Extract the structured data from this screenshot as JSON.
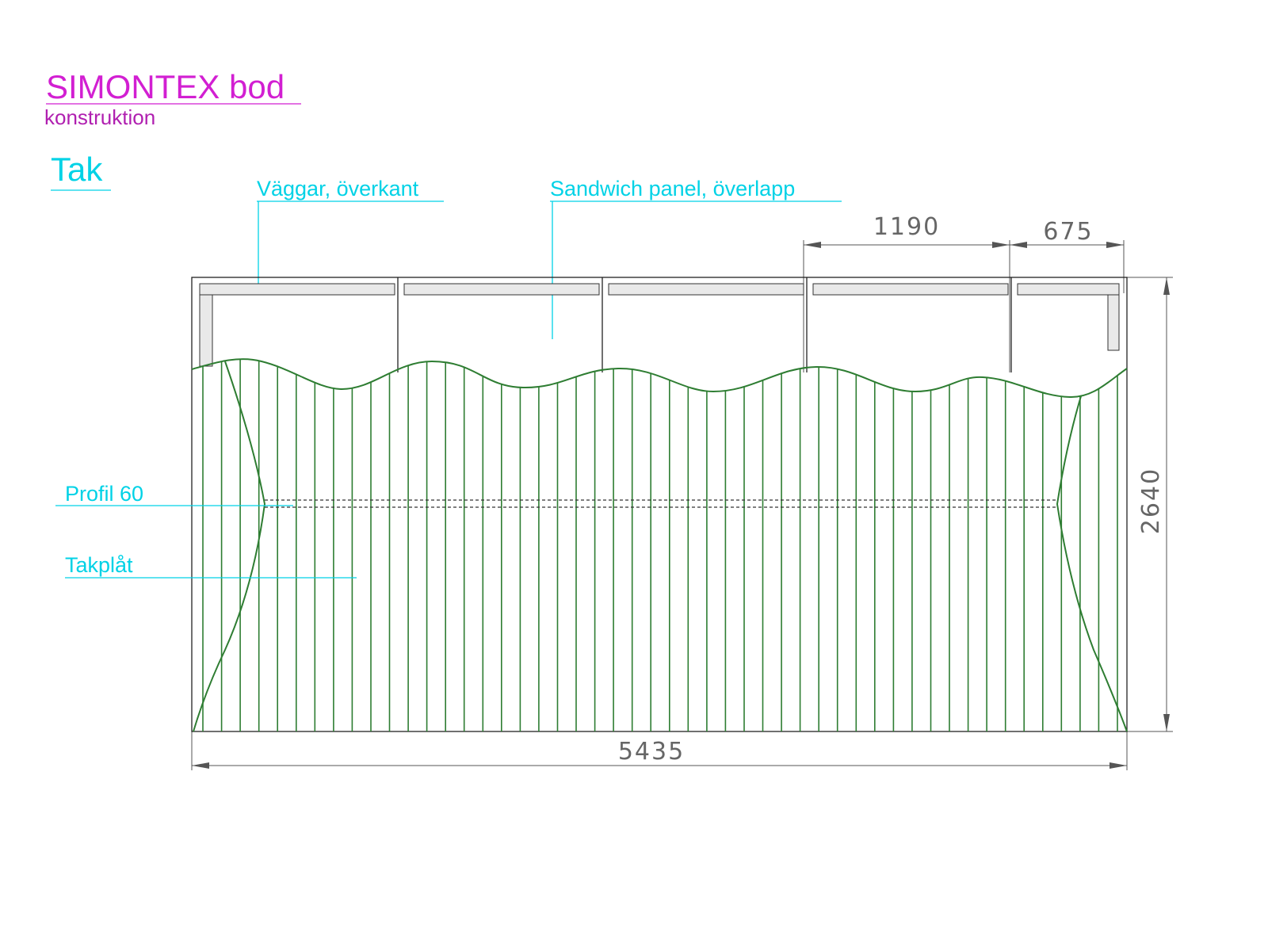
{
  "title": {
    "main": "SIMONTEX bod",
    "sub": "konstruktion"
  },
  "section": {
    "heading": "Tak"
  },
  "callouts": {
    "walls_top": "Väggar, överkant",
    "sandwich_panel": "Sandwich panel, överlapp",
    "profile": "Profil 60",
    "roof_sheet": "Takplåt"
  },
  "dimensions": {
    "panel_width": "1190",
    "end_width": "675",
    "total_width": "5435",
    "total_depth": "2640"
  },
  "colors": {
    "title": "#d21fd2",
    "annotation": "#00d2e6",
    "roof_sheet": "#2e7d32",
    "dimension": "#666666"
  }
}
